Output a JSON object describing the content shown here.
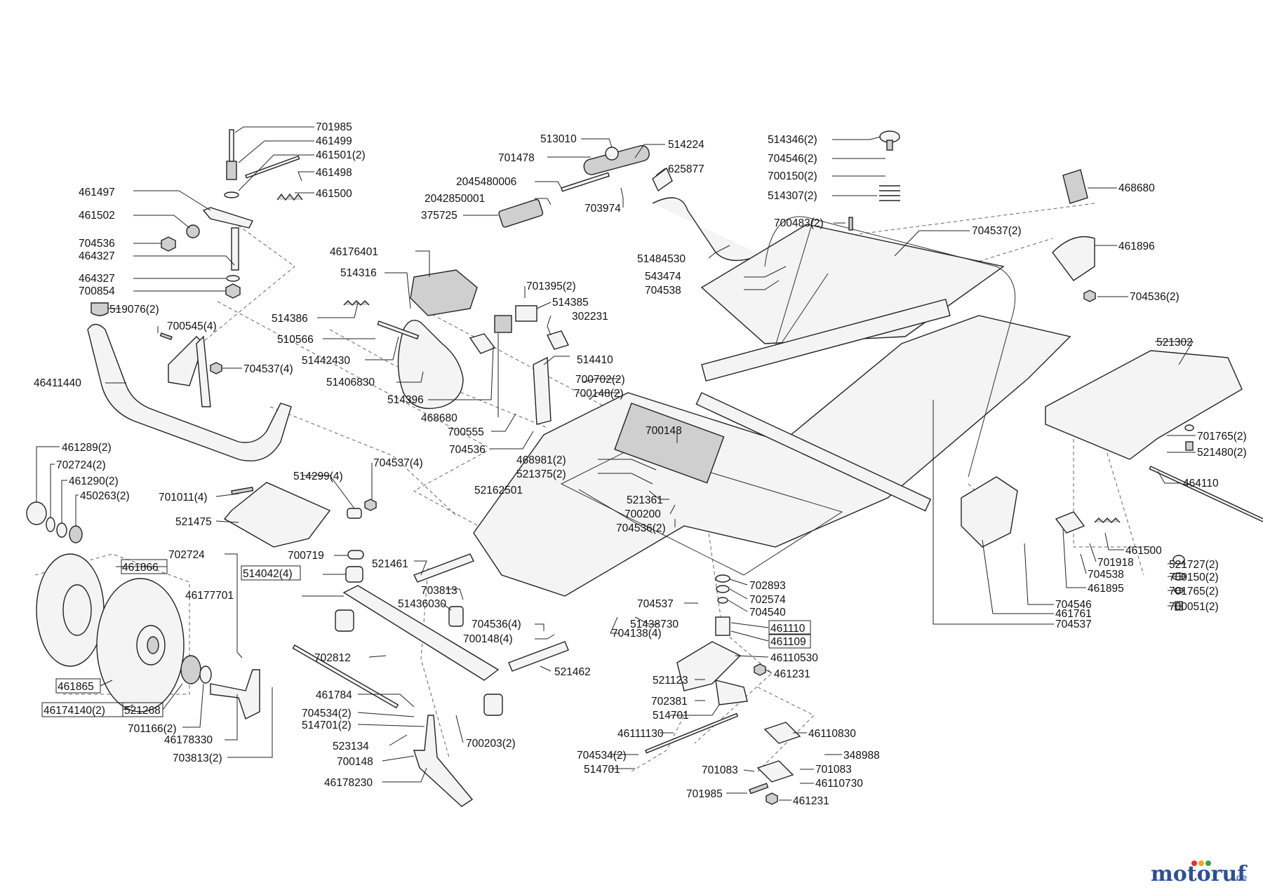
{
  "watermark": {
    "brand": "motoruf",
    "tld": ".de",
    "colors": [
      "#2c4f97",
      "#e63329",
      "#f5a623",
      "#3aa34a"
    ]
  },
  "labels": [
    "701985",
    "461499",
    "461501(2)",
    "461498",
    "461497",
    "461500",
    "461502",
    "704536",
    "464327",
    "464327",
    "700854",
    "519076(2)",
    "700545(4)",
    "46411440",
    "704537(4)",
    "513010",
    "514224",
    "701478",
    "625877",
    "2045480006",
    "2042850001",
    "375725",
    "703974",
    "51484530",
    "46176401",
    "514316",
    "514386",
    "510566",
    "51442430",
    "51406830",
    "514396",
    "701395(2)",
    "514385",
    "302231",
    "468680",
    "514410",
    "700555",
    "704536",
    "514346(2)",
    "704546(2)",
    "700150(2)",
    "514307(2)",
    "700483(2)",
    "704537(2)",
    "468680",
    "461896",
    "704536(2)",
    "543474",
    "704538",
    "700702(2)",
    "700148(2)",
    "700148",
    "468981(2)",
    "521375(2)",
    "52162501",
    "521361",
    "700200",
    "704536(2)",
    "521302",
    "701765(2)",
    "521480(2)",
    "464110",
    "461500",
    "701918",
    "704538",
    "461895",
    "521727(2)",
    "700150(2)",
    "701765(2)",
    "700051(2)",
    "704546",
    "461761",
    "704537",
    "461289(2)",
    "702724(2)",
    "461290(2)",
    "450263(2)",
    "701011(4)",
    "704537(4)",
    "514299(4)",
    "521475",
    "700719",
    "702724",
    "461866",
    "514042(4)",
    "46177701",
    "521461",
    "703813",
    "51436030",
    "704537",
    "51438730",
    "704536(4)",
    "700148(4)",
    "521462",
    "704138(4)",
    "702893",
    "702574",
    "704540",
    "461110",
    "461109",
    "46110530",
    "461231",
    "521123",
    "702381",
    "514701",
    "461865",
    "46174140(2)",
    "521268",
    "701166(2)",
    "46178330",
    "703813(2)",
    "702812",
    "461784",
    "704534(2)",
    "514701(2)",
    "523134",
    "700148",
    "46178230",
    "700203(2)",
    "46111130",
    "46110830",
    "348988",
    "704534(2)",
    "514701",
    "701083",
    "701083",
    "46110730",
    "701985",
    "461231"
  ]
}
